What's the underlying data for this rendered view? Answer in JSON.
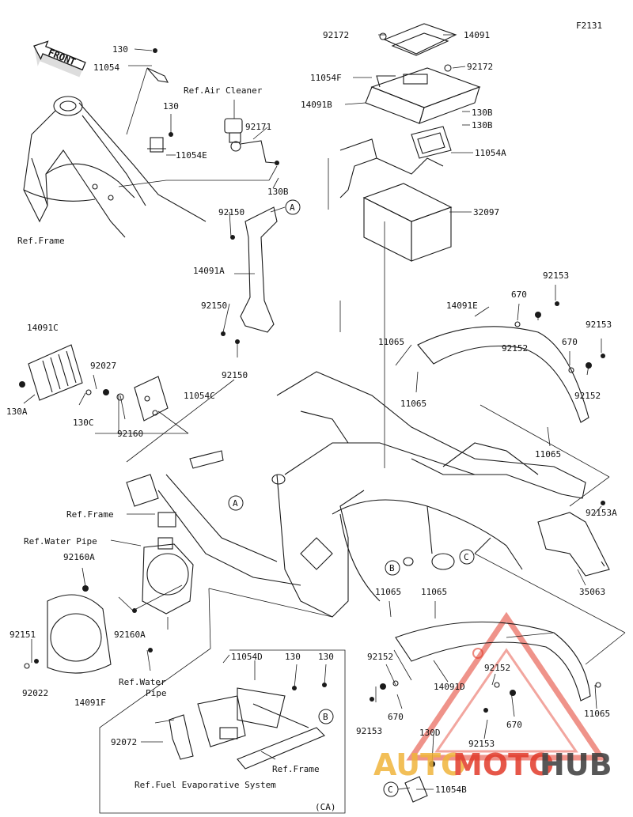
{
  "figure_code": "F2131",
  "front_badge": "FRONT",
  "variant_label": "(CA)",
  "callouts": [
    "A",
    "A",
    "B",
    "B",
    "C",
    "C"
  ],
  "labels": {
    "l130_top": "130",
    "l11054": "11054",
    "ref_air_cleaner": "Ref.Air Cleaner",
    "l130_mid": "130",
    "l92171": "92171",
    "l11054E": "11054E",
    "l130B_left": "130B",
    "ref_frame_top": "Ref.Frame",
    "l92172_a": "92172",
    "l14091": "14091",
    "l92172_b": "92172",
    "l11054F": "11054F",
    "l14091B": "14091B",
    "l130B_r1": "130B",
    "l130B_r2": "130B",
    "l11054A": "11054A",
    "l32097": "32097",
    "l92150_a": "92150",
    "l14091A": "14091A",
    "l92150_b": "92150",
    "l92150_c": "92150",
    "l92153_a": "92153",
    "l670_a": "670",
    "l14091E": "14091E",
    "l92153_b": "92153",
    "l11065_a": "11065",
    "l670_b": "670",
    "l92152_a": "92152",
    "l11065_b": "11065",
    "l92152_b": "92152",
    "l11065_c": "11065",
    "l14091C": "14091C",
    "l92027": "92027",
    "l11054C": "11054C",
    "l130A": "130A",
    "l130C": "130C",
    "l92160": "92160",
    "ref_frame_mid": "Ref.Frame",
    "ref_water_pipe_a": "Ref.Water Pipe",
    "l92160A_a": "92160A",
    "l92153A": "92153A",
    "l35063": "35063",
    "l92151": "92151",
    "l92160A_b": "92160A",
    "ref_water_b1": "Ref.Water",
    "ref_water_b2": "Pipe",
    "l92022": "92022",
    "l14091F": "14091F",
    "l11065_d": "11065",
    "l11065_e": "11065",
    "l92152_c": "92152",
    "l14091D": "14091D",
    "l92152_d": "92152",
    "l670_c": "670",
    "l670_d": "670",
    "l92153_c": "92153",
    "l92153_d": "92153",
    "l11065_f": "11065",
    "l11054D": "11054D",
    "l130_ca1": "130",
    "l130_ca2": "130",
    "l92072": "92072",
    "ref_frame_ca": "Ref.Frame",
    "ref_fuel_evap": "Ref.Fuel Evaporative System",
    "l130D": "130D",
    "l11054B": "11054B"
  },
  "watermark": {
    "part1": "AUTO",
    "part2": "MOTO",
    "part3": "HUB",
    "color_orange": "#f0b43c",
    "color_red": "#e23a2a",
    "color_dark": "#3a3a3a"
  }
}
